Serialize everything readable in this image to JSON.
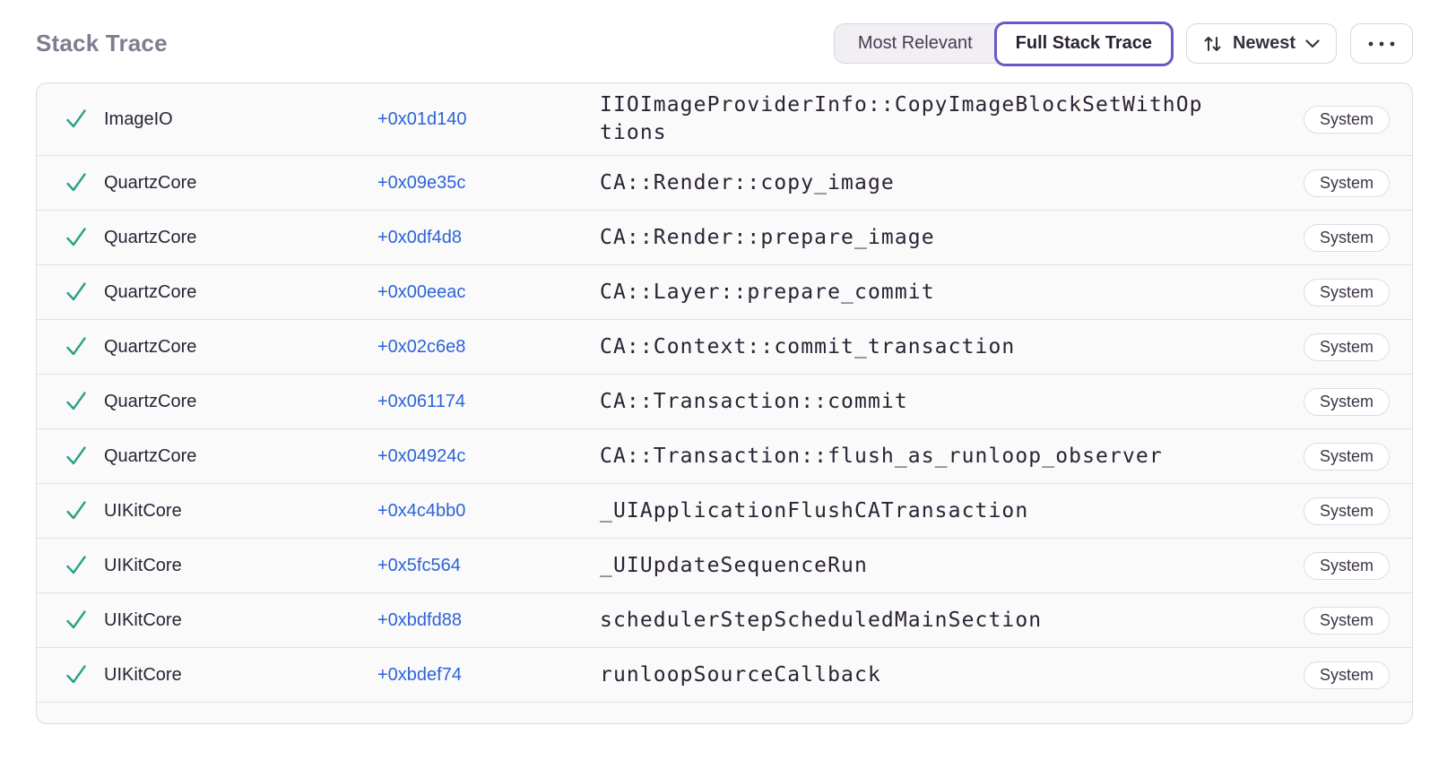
{
  "header": {
    "title": "Stack Trace",
    "segments": [
      {
        "label": "Most Relevant",
        "active": false
      },
      {
        "label": "Full Stack Trace",
        "active": true
      }
    ],
    "sort_button": {
      "label": "Newest"
    }
  },
  "colors": {
    "accent_purple": "#6559c8",
    "link_blue": "#2d63d6",
    "check_green": "#2ba185",
    "row_background": "#fafafb",
    "table_border": "#dcdae3",
    "text_primary": "#2b2233",
    "title_gray": "#837b90"
  },
  "icons": {
    "status": "checkmark-icon",
    "sort": "sort-arrows-icon",
    "dropdown": "chevron-down-icon",
    "more": "ellipsis-icon"
  },
  "table": {
    "rows": [
      {
        "module": "ImageIO",
        "address": "+0x01d140",
        "function": "IIOImageProviderInfo::CopyImageBlockSetWithOptions",
        "badge": "System"
      },
      {
        "module": "QuartzCore",
        "address": "+0x09e35c",
        "function": "CA::Render::copy_image",
        "badge": "System"
      },
      {
        "module": "QuartzCore",
        "address": "+0x0df4d8",
        "function": "CA::Render::prepare_image",
        "badge": "System"
      },
      {
        "module": "QuartzCore",
        "address": "+0x00eeac",
        "function": "CA::Layer::prepare_commit",
        "badge": "System"
      },
      {
        "module": "QuartzCore",
        "address": "+0x02c6e8",
        "function": "CA::Context::commit_transaction",
        "badge": "System"
      },
      {
        "module": "QuartzCore",
        "address": "+0x061174",
        "function": "CA::Transaction::commit",
        "badge": "System"
      },
      {
        "module": "QuartzCore",
        "address": "+0x04924c",
        "function": "CA::Transaction::flush_as_runloop_observer",
        "badge": "System"
      },
      {
        "module": "UIKitCore",
        "address": "+0x4c4bb0",
        "function": "_UIApplicationFlushCATransaction",
        "badge": "System"
      },
      {
        "module": "UIKitCore",
        "address": "+0x5fc564",
        "function": "_UIUpdateSequenceRun",
        "badge": "System"
      },
      {
        "module": "UIKitCore",
        "address": "+0xbdfd88",
        "function": "schedulerStepScheduledMainSection",
        "badge": "System"
      },
      {
        "module": "UIKitCore",
        "address": "+0xbdef74",
        "function": "runloopSourceCallback",
        "badge": "System"
      }
    ]
  }
}
